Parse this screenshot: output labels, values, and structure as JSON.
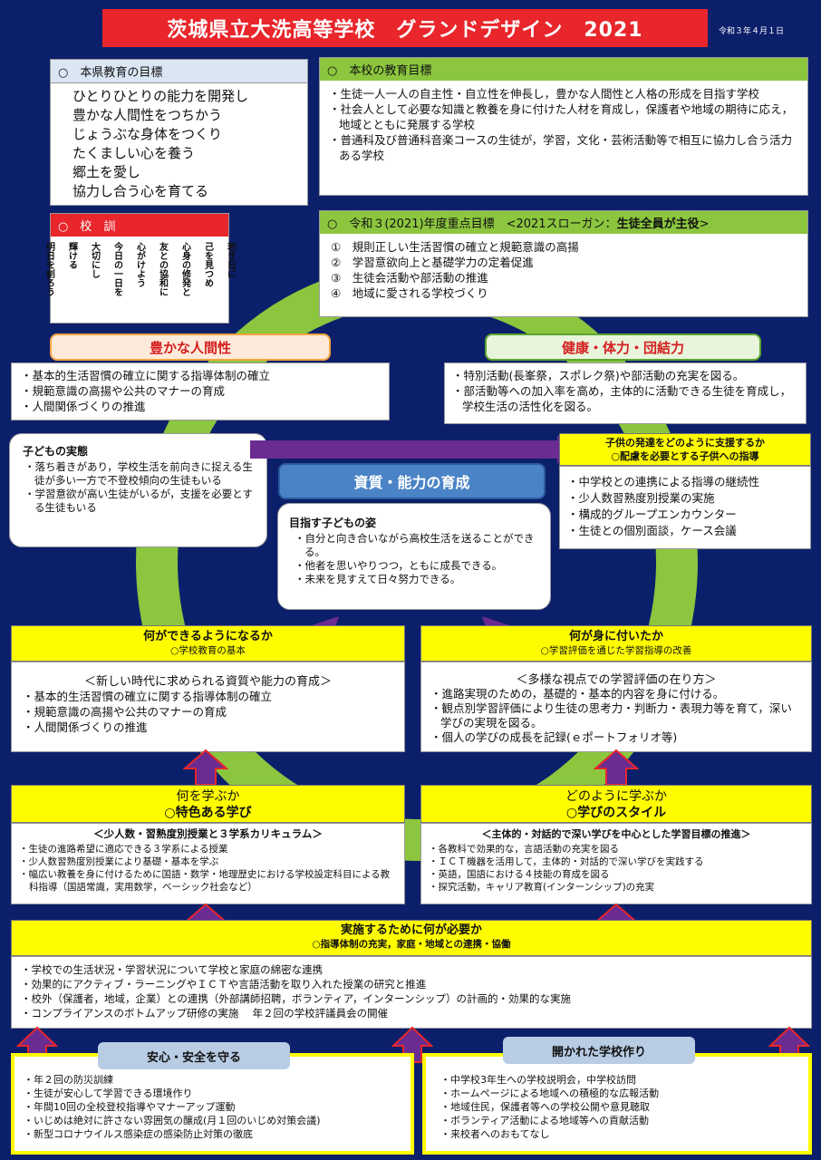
{
  "title": "茨城県立大洗高等学校　グランドデザイン　2021",
  "date": "令和３年４月１日",
  "prefecture_goal": {
    "heading": "○　本県教育の目標",
    "lines": [
      "ひとりひとりの能力を開発し",
      "豊かな人間性をつちかう",
      "じょうぶな身体をつくり",
      "たくましい心を養う",
      "郷土を愛し",
      "協力し合う心を育てる"
    ]
  },
  "school_goal": {
    "heading": "○　本校の教育目標",
    "items": [
      "・生徒一人一人の自主性・自立性を伸長し，豊かな人間性と人格の形成を目指す学校",
      "・社会人として必要な知識と教養を身に付けた人材を育成し，保護者や地域の期待に応え，地域とともに発展する学校",
      "・普通科及び普通科音楽コースの生徒が，学習，文化・芸術活動等で相互に協力し合う活力ある学校"
    ]
  },
  "motto": {
    "heading": "○　校　訓",
    "lines": [
      "若き日に",
      "己を見つめ",
      "心身の修発と",
      "友との協和に",
      "心がけよう",
      "今日の一日を",
      "大切にし",
      "輝ける",
      "明日を創ろう"
    ]
  },
  "priority": {
    "heading": "○　令和３(2021)年度重点目標　<2021スローガン：",
    "slogan": "生徒全員が主役",
    "heading_end": ">",
    "items": [
      "①　規則正しい生活習慣の確立と規範意識の高揚",
      "②　学習意欲向上と基礎学力の定着促進",
      "③　生徒会活動や部活動の推進",
      "④　地域に愛される学校づくり"
    ]
  },
  "humanity": {
    "label": "豊かな人間性",
    "items": [
      "・基本的生活習慣の確立に関する指導体制の確立",
      "・規範意識の高揚や公共のマナーの育成",
      "・人間関係づくりの推進"
    ]
  },
  "health": {
    "label": "健康・体力・団結力",
    "items": [
      "・特別活動(長峯祭，スポレク祭)や部活動の充実を図る。",
      "・部活動等への加入率を高め，主体的に活動できる生徒を育成し，学校生活の活性化を図る。"
    ]
  },
  "children": {
    "heading": "子どもの実態",
    "items": [
      "・落ち着きがあり，学校生活を前向きに捉える生徒が多い一方で不登校傾向の生徒もいる",
      "・学習意欲が高い生徒がいるが，支援を必要とする生徒もいる"
    ]
  },
  "support": {
    "heading1": "子供の発達をどのように支援するか",
    "heading2": "○配慮を必要とする子供への指導",
    "items": [
      "・中学校との連携による指導の継続性",
      "・少人数習熟度別授業の実施",
      "・構成的グループエンカウンター",
      "・生徒との個別面談，ケース会議"
    ]
  },
  "competence": {
    "label": "資質・能力の育成",
    "heading": "目指す子どもの姿",
    "items": [
      "・自分と向き合いながら高校生活を送ることができる。",
      "・他者を思いやりつつ，ともに成長できる。",
      "・未来を見すえて日々努力できる。"
    ]
  },
  "can_do": {
    "heading1": "何ができるようになるか",
    "heading2": "○学校教育の基本",
    "lead": "＜新しい時代に求められる資質や能力の育成＞",
    "items": [
      "・基本的生活習慣の確立に関する指導体制の確立",
      "・規範意識の高揚や公共のマナーの育成",
      "・人間関係づくりの推進"
    ]
  },
  "acquired": {
    "heading1": "何が身に付いたか",
    "heading2": "○学習評価を通じた学習指導の改善",
    "lead": "＜多様な視点での学習評価の在り方＞",
    "items": [
      "・進路実現のための，基礎的・基本的内容を身に付ける。",
      "・観点別学習評価により生徒の思考力・判断力・表現力等を育て，深い学びの実現を図る。",
      "・個人の学びの成長を記録(ｅポートフォリオ等)"
    ]
  },
  "what_learn": {
    "heading1": "何を学ぶか",
    "heading2": "○特色ある学び",
    "lead": "＜少人数・習熟度別授業と３学系カリキュラム＞",
    "items": [
      "・生徒の進路希望に適応できる３学系による授業",
      "・少人数習熟度別授業により基礎・基本を学ぶ",
      "・幅広い教養を身に付けるために国語・数学・地理歴史における学校設定科目による教科指導（国語常識，実用数学，ベーシック社会など）"
    ]
  },
  "how_learn": {
    "heading1": "どのように学ぶか",
    "heading2": "○学びのスタイル",
    "lead": "＜主体的・対話的で深い学びを中心とした学習目標の推進＞",
    "items": [
      "・各教科で効果的な，言語活動の充実を図る",
      "・ＩＣＴ機器を活用して，主体的・対話的で深い学びを実践する",
      "・英語，国語における４技能の育成を図る",
      "・探究活動，キャリア教育(インターンシップ)の充実"
    ]
  },
  "needs": {
    "heading1": "実施するために何が必要か",
    "heading2": "○指導体制の充実，家庭・地域との連携・協働",
    "items": [
      "・学校での生活状況・学習状況について学校と家庭の綿密な連携",
      "・効果的にアクティブ・ラーニングやＩＣＴや言語活動を取り入れた授業の研究と推進",
      "・校外（保護者，地域，企業）との連携（外部講師招聘，ボランティア，インターンシップ）の計画的・効果的な実施",
      "・コンプライアンスのボトムアップ研修の実施　 年２回の学校評議員会の開催"
    ]
  },
  "safety": {
    "label": "安心・安全を守る",
    "items": [
      "・年２回の防災訓練",
      "・生徒が安心して学習できる環境作り",
      "・年間10回の全校登校指導やマナーアップ運動",
      "・いじめは絶対に許さない雰囲気の醸成(月１回のいじめ対策会議)",
      "・新型コロナウイルス感染症の感染防止対策の徹底"
    ]
  },
  "open_school": {
    "label": "開かれた学校作り",
    "items": [
      "・中学校3年生への学校説明会，中学校訪問",
      "・ホームページによる地域への積極的な広報活動",
      "・地域住民，保護者等への学校公開や意見聴取",
      "・ボランティア活動による地域等への貢献活動",
      "・来校者へのおもてなし"
    ]
  },
  "colors": {
    "background": "#0c1f6b",
    "ring": "#8cc63f",
    "title": "#e8262b",
    "highlight": "#fffc00",
    "arrow": "#6a2c91"
  }
}
